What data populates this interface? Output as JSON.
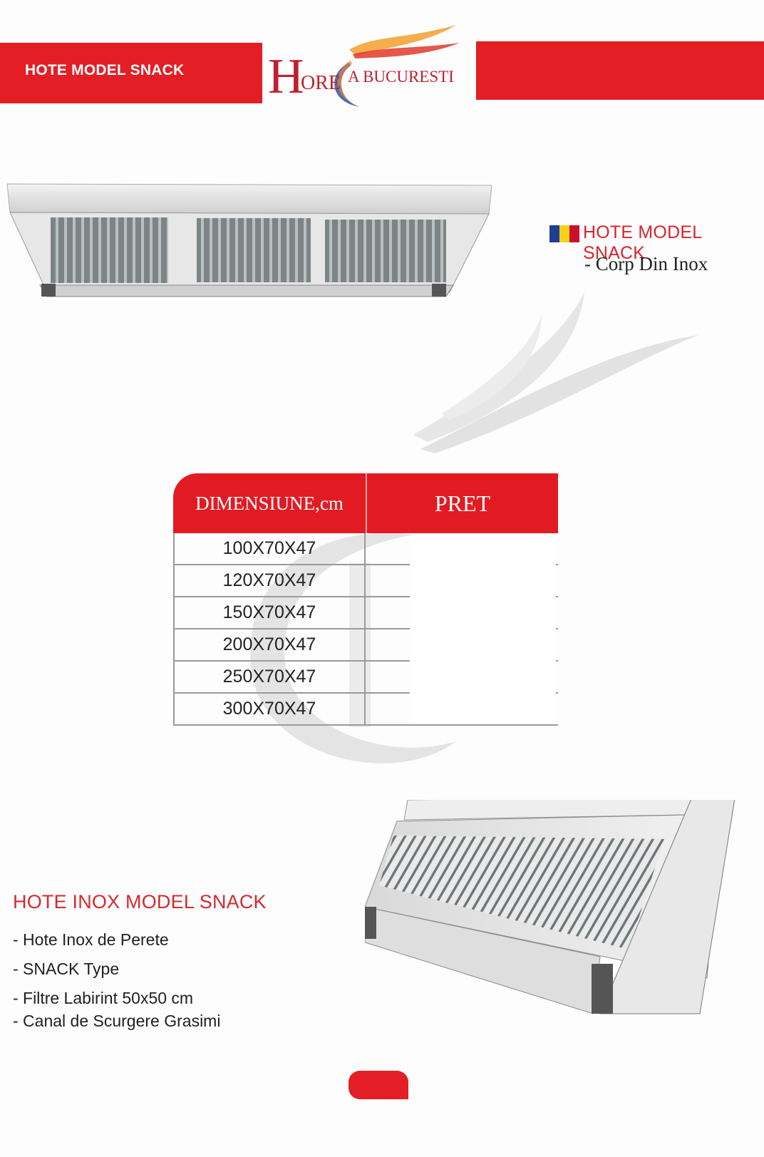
{
  "header": {
    "title": "HOTE MODEL SNACK",
    "logo": {
      "letter_h": "H",
      "text_ore": "ORE",
      "text_brand": "A BUCURESTI"
    }
  },
  "product1": {
    "title": "HOTE MODEL SNACK",
    "desc": "- Corp Din Inox",
    "flag_colors": [
      "#1e3f93",
      "#f6d21a",
      "#c8102e"
    ]
  },
  "table": {
    "headers": {
      "dimension": "DIMENSIUNE,cm",
      "price": "PRET"
    },
    "rows": [
      {
        "dimension": "100X70X47",
        "price": ""
      },
      {
        "dimension": "120X70X47",
        "price": ""
      },
      {
        "dimension": "150X70X47",
        "price": ""
      },
      {
        "dimension": "200X70X47",
        "price": ""
      },
      {
        "dimension": "250X70X47",
        "price": ""
      },
      {
        "dimension": "300X70X47",
        "price": ""
      }
    ]
  },
  "product2": {
    "title": "HOTE INOX MODEL SNACK",
    "features": [
      "- Hote Inox de Perete",
      "- SNACK Type",
      "- Filtre Labirint 50x50 cm",
      "- Canal de Scurgere Grasimi"
    ]
  },
  "colors": {
    "brand_red": "#e31e24",
    "title_red": "#d42a30"
  }
}
